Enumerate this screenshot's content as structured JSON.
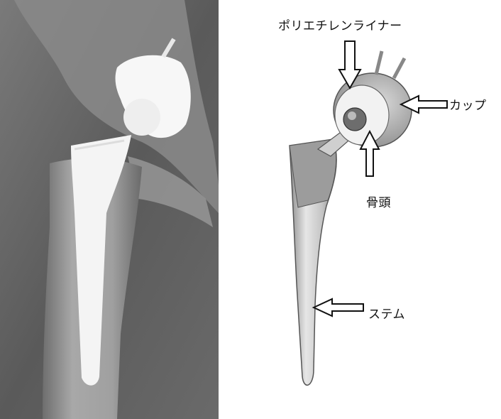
{
  "labels": {
    "liner": "ポリエチレンライナー",
    "cup": "カップ",
    "head": "骨頭",
    "stem": "ステム"
  },
  "colors": {
    "xray_background": "#5f5f5f",
    "bone": "#9a9a9a",
    "implant_metal": "#f4f4f4",
    "label_text": "#111111"
  }
}
